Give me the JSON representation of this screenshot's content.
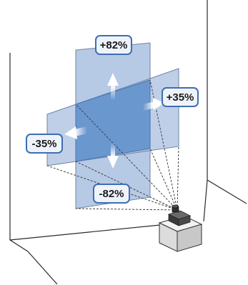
{
  "labels": {
    "up": "+82%",
    "right": "+35%",
    "left": "-35%",
    "down": "-82%"
  },
  "colors": {
    "panel_light": "#a9bfe0",
    "panel_overlap": "#5f8fcb",
    "panel_edge": "#6f86a6",
    "label_border": "#3f6db3",
    "label_fill": "#eef3fa",
    "wall_line": "#2a2a2a"
  },
  "icons": {
    "arrows": "arrow-icon",
    "projector": "projector-icon"
  }
}
